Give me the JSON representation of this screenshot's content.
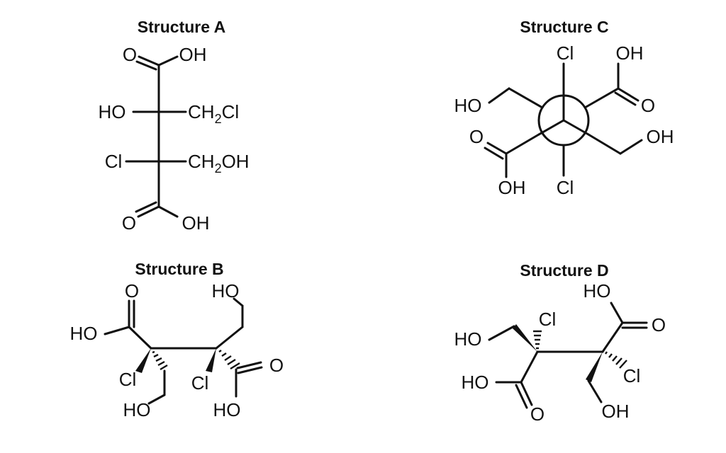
{
  "titles": {
    "a": "Structure A",
    "b": "Structure B",
    "c": "Structure C",
    "d": "Structure D"
  },
  "labels": {
    "o": "O",
    "oh": "OH",
    "ho": "HO",
    "cl": "Cl",
    "ch": "CH",
    "sub2": "2",
    "ch2cl_tail": "Cl",
    "ch2oh_tail": "OH"
  }
}
